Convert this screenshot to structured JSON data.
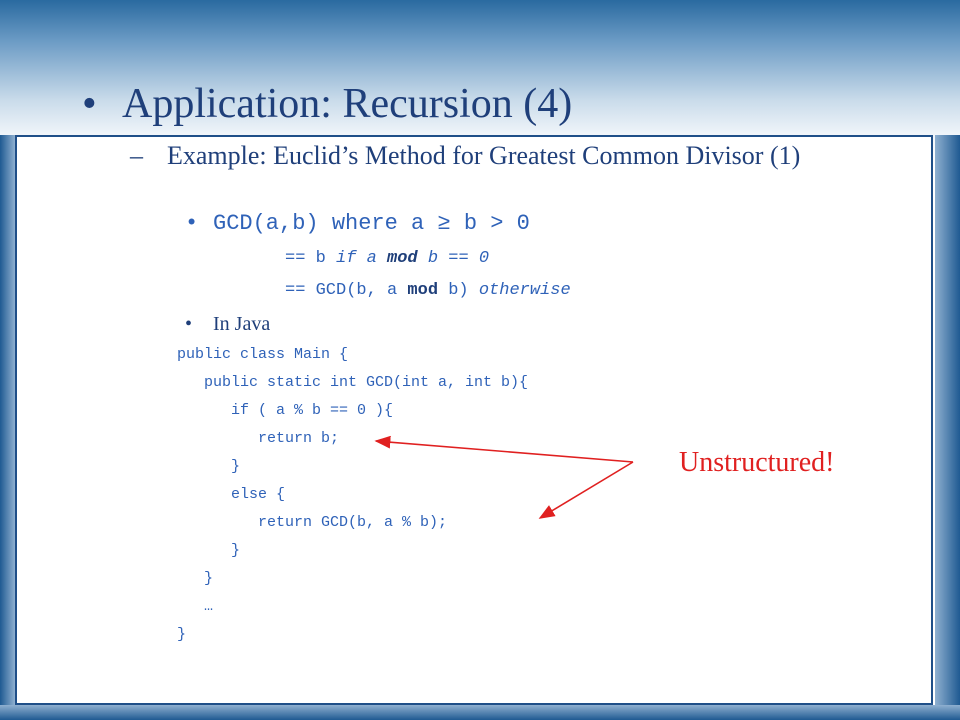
{
  "title": {
    "bullet": "•",
    "text": "Application: Recursion (4)"
  },
  "subtitle": {
    "dash": "–",
    "text": "Example: Euclid’s Method for Greatest Common Divisor (1)"
  },
  "definition": {
    "bullet": "•",
    "header": "GCD(a,b) where a ≥ b > 0",
    "case1": {
      "eq": "== b ",
      "if": "if a ",
      "mod": "mod",
      "rest": " b == 0"
    },
    "case2": {
      "eq": "== GCD(b, a ",
      "mod": "mod",
      "mid": " b) ",
      "otherwise": "otherwise"
    }
  },
  "java": {
    "bullet": "•",
    "label": "In Java"
  },
  "code": [
    "public class Main {",
    "public static int GCD(int a, int b){",
    "if ( a % b == 0 ){",
    "return b;",
    "}",
    "else {",
    "return GCD(b, a % b);",
    "}",
    "}",
    "…",
    "}"
  ],
  "callout": "Unstructured!",
  "colors": {
    "title": "#1f3f7a",
    "code": "#2f62b8",
    "callout": "#e02020",
    "frame": "#1f4f88"
  }
}
